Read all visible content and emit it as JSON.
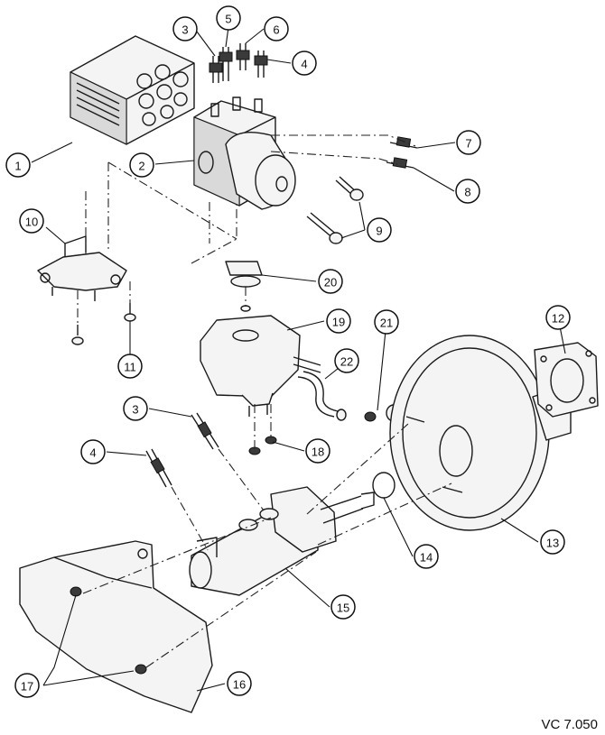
{
  "reference_code": "VC 7.050",
  "callouts": [
    {
      "label": "1"
    },
    {
      "label": "2"
    },
    {
      "label": "3"
    },
    {
      "label": "5"
    },
    {
      "label": "6"
    },
    {
      "label": "4"
    },
    {
      "label": "7"
    },
    {
      "label": "8"
    },
    {
      "label": "9"
    },
    {
      "label": "10"
    },
    {
      "label": "11"
    },
    {
      "label": "20"
    },
    {
      "label": "19"
    },
    {
      "label": "21"
    },
    {
      "label": "22"
    },
    {
      "label": "12"
    },
    {
      "label": "3"
    },
    {
      "label": "4"
    },
    {
      "label": "18"
    },
    {
      "label": "14"
    },
    {
      "label": "13"
    },
    {
      "label": "15"
    },
    {
      "label": "17"
    },
    {
      "label": "16"
    }
  ]
}
